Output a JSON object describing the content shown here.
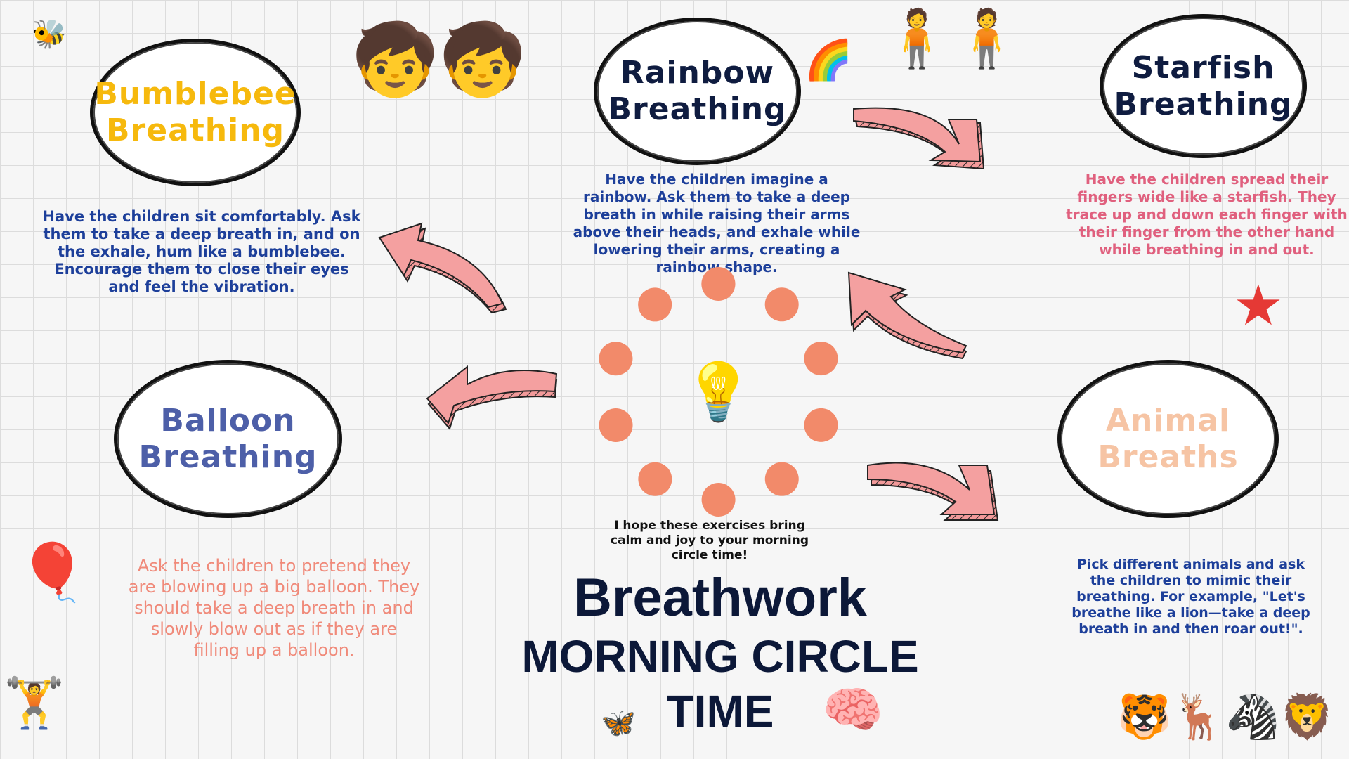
{
  "cards": {
    "bumblebee": {
      "title_line1": "Bumblebee",
      "title_line2": "Breathing",
      "text": "Have the children sit comfortably. Ask them to take a deep breath in, and on the exhale, hum like a bumblebee. Encourage them to close their eyes and feel the vibration.",
      "title_color": "#f6b90d",
      "text_color": "#1d3f9a"
    },
    "rainbow": {
      "title_line1": "Rainbow",
      "title_line2": "Breathing",
      "text": "Have the children imagine a rainbow. Ask them to take a deep breath in while raising their arms above their heads, and exhale while lowering their arms, creating a rainbow shape.",
      "title_color": "#0f1c40",
      "text_color": "#1d3f9a"
    },
    "starfish": {
      "title_line1": "Starfish",
      "title_line2": "Breathing",
      "text": "Have the children spread their fingers wide like a starfish. They trace up and down each finger with their finger from the other hand while breathing in and out.",
      "title_color": "#0f1c40",
      "text_color": "#e0607e"
    },
    "balloon": {
      "title_line1": "Balloon",
      "title_line2": "Breathing",
      "text": "Ask the children to pretend they are blowing up a big balloon. They should take a deep breath in and slowly blow out as if they are filling up a balloon.",
      "title_color": "#4d5fa8",
      "text_color": "#f08a7a"
    },
    "animal": {
      "title_line1": "Animal",
      "title_line2": "Breaths",
      "text": "Pick different animals and ask the children to mimic their breathing. For example, \"Let's breathe like a lion—take a deep breath in and then roar out!\".",
      "title_color": "#f6c4a4",
      "text_color": "#1d3f9a"
    }
  },
  "closing_note": "I hope these exercises bring calm and joy to your morning circle time!",
  "title": {
    "line1": "Breathwork",
    "line2": "MORNING CIRCLE",
    "line3": "TIME"
  },
  "arrow_color": "#f4a0a0"
}
